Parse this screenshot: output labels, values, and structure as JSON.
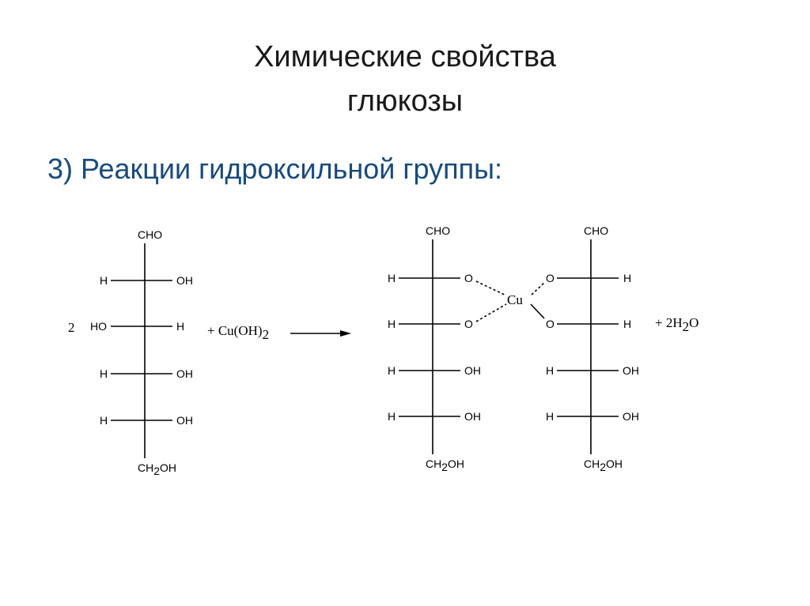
{
  "slide": {
    "title_line1": "Химические свойства",
    "title_line2": "глюкозы",
    "subtitle": "3) Реакции гидроксильной группы:",
    "subtitle_color": "#1a4a7a"
  },
  "reaction": {
    "coefficient": "2",
    "reagent_prefix": "+ Cu(OH)",
    "reagent_sub": "2",
    "product_prefix": "+ 2H",
    "product_sub": "2",
    "product_suffix": "O",
    "complex_center": "Cu",
    "labels": {
      "cho": "CHO",
      "ch2oh_prefix": "CH",
      "ch2oh_sub": "2",
      "ch2oh_suffix": "OH",
      "h": "H",
      "oh": "OH",
      "ho": "HO",
      "o": "O"
    }
  }
}
